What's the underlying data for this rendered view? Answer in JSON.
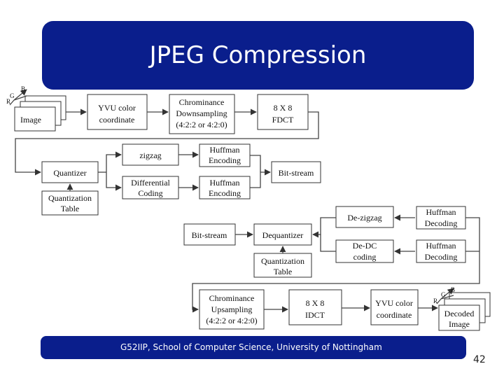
{
  "title": "JPEG Compression",
  "footer": "G52IIP, School of Computer Science, University of Nottingham",
  "page_number": "42",
  "axes": {
    "b": "B",
    "g": "G",
    "r": "R"
  },
  "encoder": {
    "image": "Image",
    "yvu": [
      "YVU color",
      "coordinate"
    ],
    "chroma_down": [
      "Chrominance",
      "Downsampling",
      "(4:2:2 or 4:2:0)"
    ],
    "fdct": [
      "8 X 8",
      "FDCT"
    ],
    "quantizer": "Quantizer",
    "quant_table": [
      "Quantization",
      "Table"
    ],
    "zigzag": "zigzag",
    "diff_coding": [
      "Differential",
      "Coding"
    ],
    "huffman_enc_1": [
      "Huffman",
      "Encoding"
    ],
    "huffman_enc_2": [
      "Huffman",
      "Encoding"
    ],
    "bitstream": "Bit-stream"
  },
  "decoder": {
    "bitstream": "Bit-stream",
    "dequantizer": "Dequantizer",
    "quant_table": [
      "Quantization",
      "Table"
    ],
    "dezigzag": "De-zigzag",
    "dedc": [
      "De-DC",
      "coding"
    ],
    "huffman_dec_1": [
      "Huffman",
      "Decoding"
    ],
    "huffman_dec_2": [
      "Huffman",
      "Decoding"
    ],
    "chroma_up": [
      "Chrominance",
      "Upsampling",
      "(4:2:2 or 4:2:0)"
    ],
    "idct": [
      "8 X 8",
      "IDCT"
    ],
    "yvu": [
      "YVU color",
      "coordinate"
    ],
    "decoded": [
      "Decoded",
      "Image"
    ]
  }
}
